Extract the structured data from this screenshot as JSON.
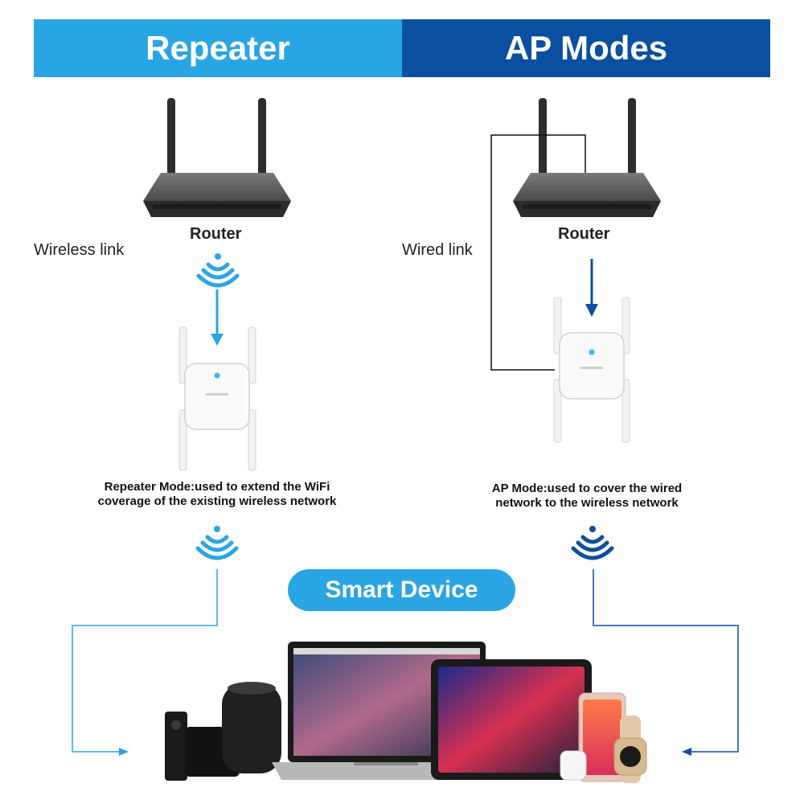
{
  "header": {
    "left_title": "Repeater",
    "right_title": "AP Modes"
  },
  "repeater_panel": {
    "router_label": "Router",
    "link_label": "Wireless link",
    "caption_line1": "Repeater Mode:used to extend the WiFi",
    "caption_line2": "coverage of the existing wireless network",
    "accent_color": "#2aa5e3"
  },
  "ap_panel": {
    "router_label": "Router",
    "link_label": "Wired link",
    "caption_line1": "AP Mode:used to cover the wired",
    "caption_line2": "network to the wireless network",
    "accent_color": "#0a4fa0"
  },
  "devices": {
    "title": "Smart Device",
    "icons": [
      "tv-box-icon",
      "smart-speaker-icon",
      "laptop-icon",
      "tablet-icon",
      "smartphone-icon",
      "earbuds-icon",
      "smartwatch-icon"
    ]
  }
}
